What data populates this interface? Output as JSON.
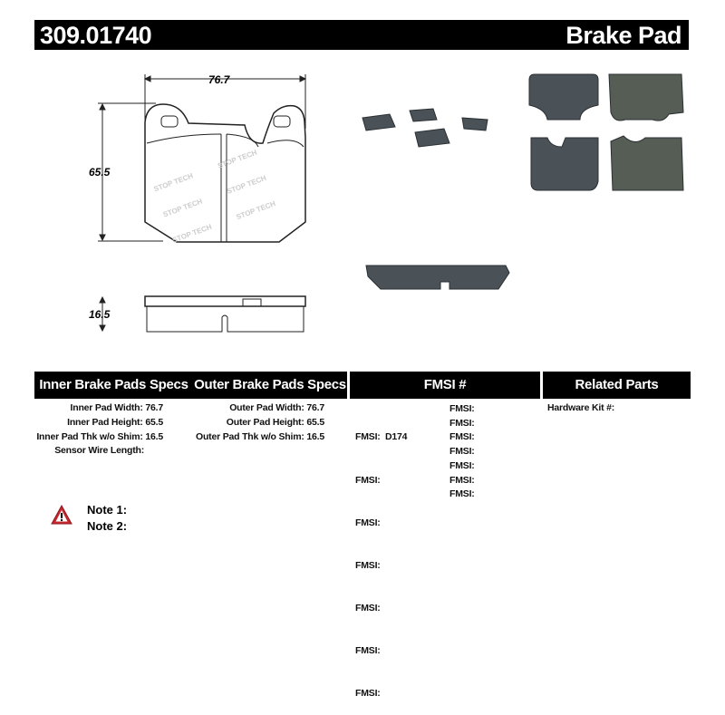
{
  "header": {
    "part_number": "309.01740",
    "title": "Brake Pad"
  },
  "dimensions": {
    "width": "76.7",
    "height": "65.5",
    "thickness": "16.5"
  },
  "table": {
    "headers": [
      "Inner Brake Pads Specs",
      "Outer Brake Pads Specs",
      "FMSI #",
      "Related Parts"
    ],
    "inner": [
      "Inner Pad Width: 76.7",
      "Inner Pad Height: 65.5",
      "Inner Pad Thk w/o Shim: 16.5",
      "Sensor Wire Length:"
    ],
    "outer": [
      "Outer Pad Width: 76.7",
      "Outer Pad Height: 65.5",
      "Outer Pad Thk w/o Shim: 16.5"
    ],
    "fmsi_col1": [
      "FMSI:  D174",
      "FMSI:",
      "FMSI:",
      "FMSI:",
      "FMSI:",
      "FMSI:",
      "FMSI:"
    ],
    "fmsi_col2": [
      "FMSI:",
      "FMSI:",
      "FMSI:",
      "FMSI:",
      "FMSI:",
      "FMSI:",
      "FMSI:"
    ],
    "related": [
      "Hardware Kit #:"
    ]
  },
  "notes": [
    "Note 1:",
    "Note 2:"
  ],
  "icons": {
    "warning": "warning-triangle-icon"
  },
  "colors": {
    "header_bg": "#000000",
    "pad_gray": "#4a5258",
    "warning_red": "#c8272d"
  }
}
